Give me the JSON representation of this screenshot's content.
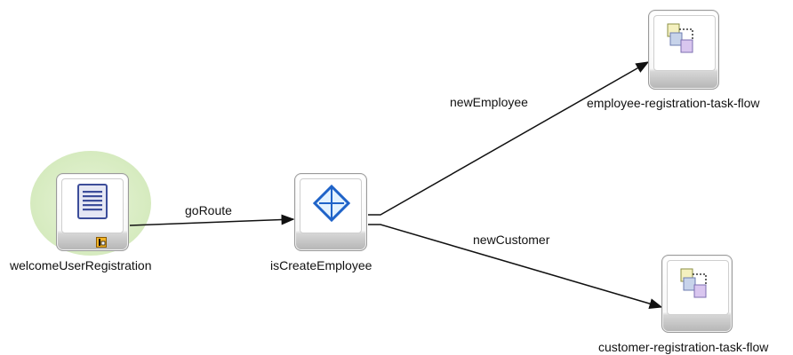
{
  "diagram": {
    "nodes": {
      "welcome": {
        "label": "welcomeUserRegistration",
        "type": "view"
      },
      "decision": {
        "label": "isCreateEmployee",
        "type": "router"
      },
      "employee": {
        "label": "employee-registration-task-flow",
        "type": "task-flow-call"
      },
      "customer": {
        "label": "customer-registration-task-flow",
        "type": "task-flow-call"
      }
    },
    "edges": {
      "goRoute": "goRoute",
      "newEmployee": "newEmployee",
      "newCustomer": "newCustomer"
    }
  },
  "colors": {
    "halo": "#d8ecc2",
    "edge": "#111111",
    "router": "#1f63c8",
    "page": "#41539e"
  },
  "icons": {
    "view": "document-page-icon",
    "router": "diamond-router-icon",
    "taskflow": "task-flow-call-icon",
    "default_activity": "default-activity-badge-icon"
  }
}
